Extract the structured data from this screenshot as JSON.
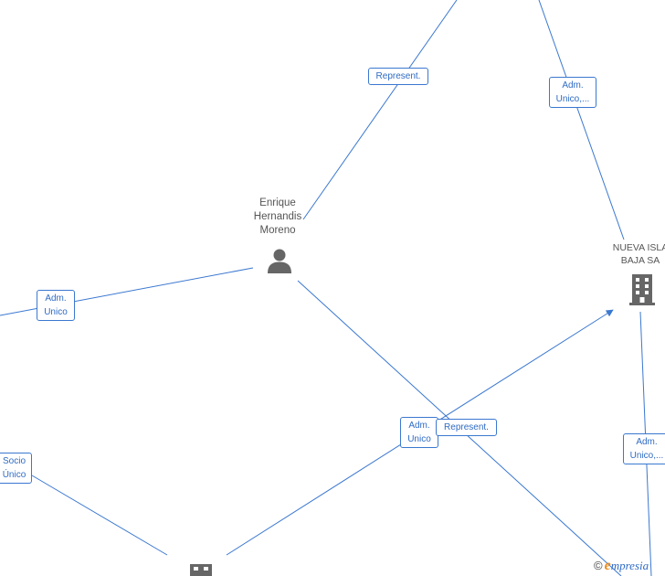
{
  "nodes": {
    "person": {
      "label_lines": [
        "Enrique",
        "Hernandis",
        "Moreno"
      ],
      "icon": "person-icon"
    },
    "company_right": {
      "label_lines": [
        "NUEVA ISLA",
        "BAJA SA"
      ],
      "icon": "building-icon"
    },
    "company_bottom": {
      "icon": "building-icon"
    }
  },
  "edge_labels": {
    "top_represent": "Represent.",
    "top_right_adm": [
      "Adm.",
      "Unico,..."
    ],
    "left_adm": [
      "Adm.",
      "Unico"
    ],
    "left_socio": [
      "Socio",
      "Único"
    ],
    "center_adm": [
      "Adm.",
      "Unico"
    ],
    "center_represent": "Represent.",
    "right_adm": [
      "Adm.",
      "Unico,..."
    ]
  },
  "watermark": {
    "copyright": "©",
    "brand_initial": "e",
    "brand_rest": "mpresia"
  },
  "colors": {
    "edge": "#3b78d0",
    "label_text": "#2f6bc4",
    "node_text": "#555555",
    "icon": "#666666",
    "brand_accent": "#f08c1a"
  }
}
